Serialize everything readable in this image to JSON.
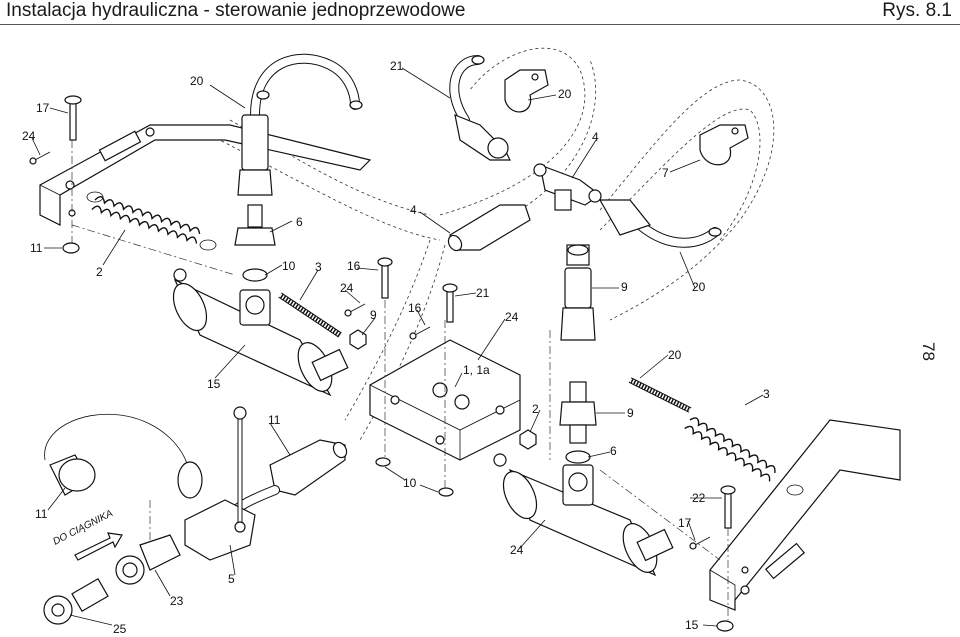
{
  "header": {
    "title": "Instalacja hydrauliczna - sterowanie jednoprzewodowe",
    "figure_ref": "Rys. 8.1",
    "page_number": "78"
  },
  "direction_label": "DO CIĄGNIKA",
  "callouts": [
    "20",
    "17",
    "24",
    "11",
    "2",
    "6",
    "10",
    "3",
    "16",
    "24",
    "9",
    "15",
    "21",
    "20",
    "4",
    "7",
    "4",
    "21",
    "16",
    "24",
    "1, 1a",
    "9",
    "20",
    "20",
    "3",
    "2",
    "9",
    "6",
    "10",
    "11",
    "23",
    "5",
    "25",
    "22",
    "17",
    "24",
    "15",
    "11"
  ]
}
